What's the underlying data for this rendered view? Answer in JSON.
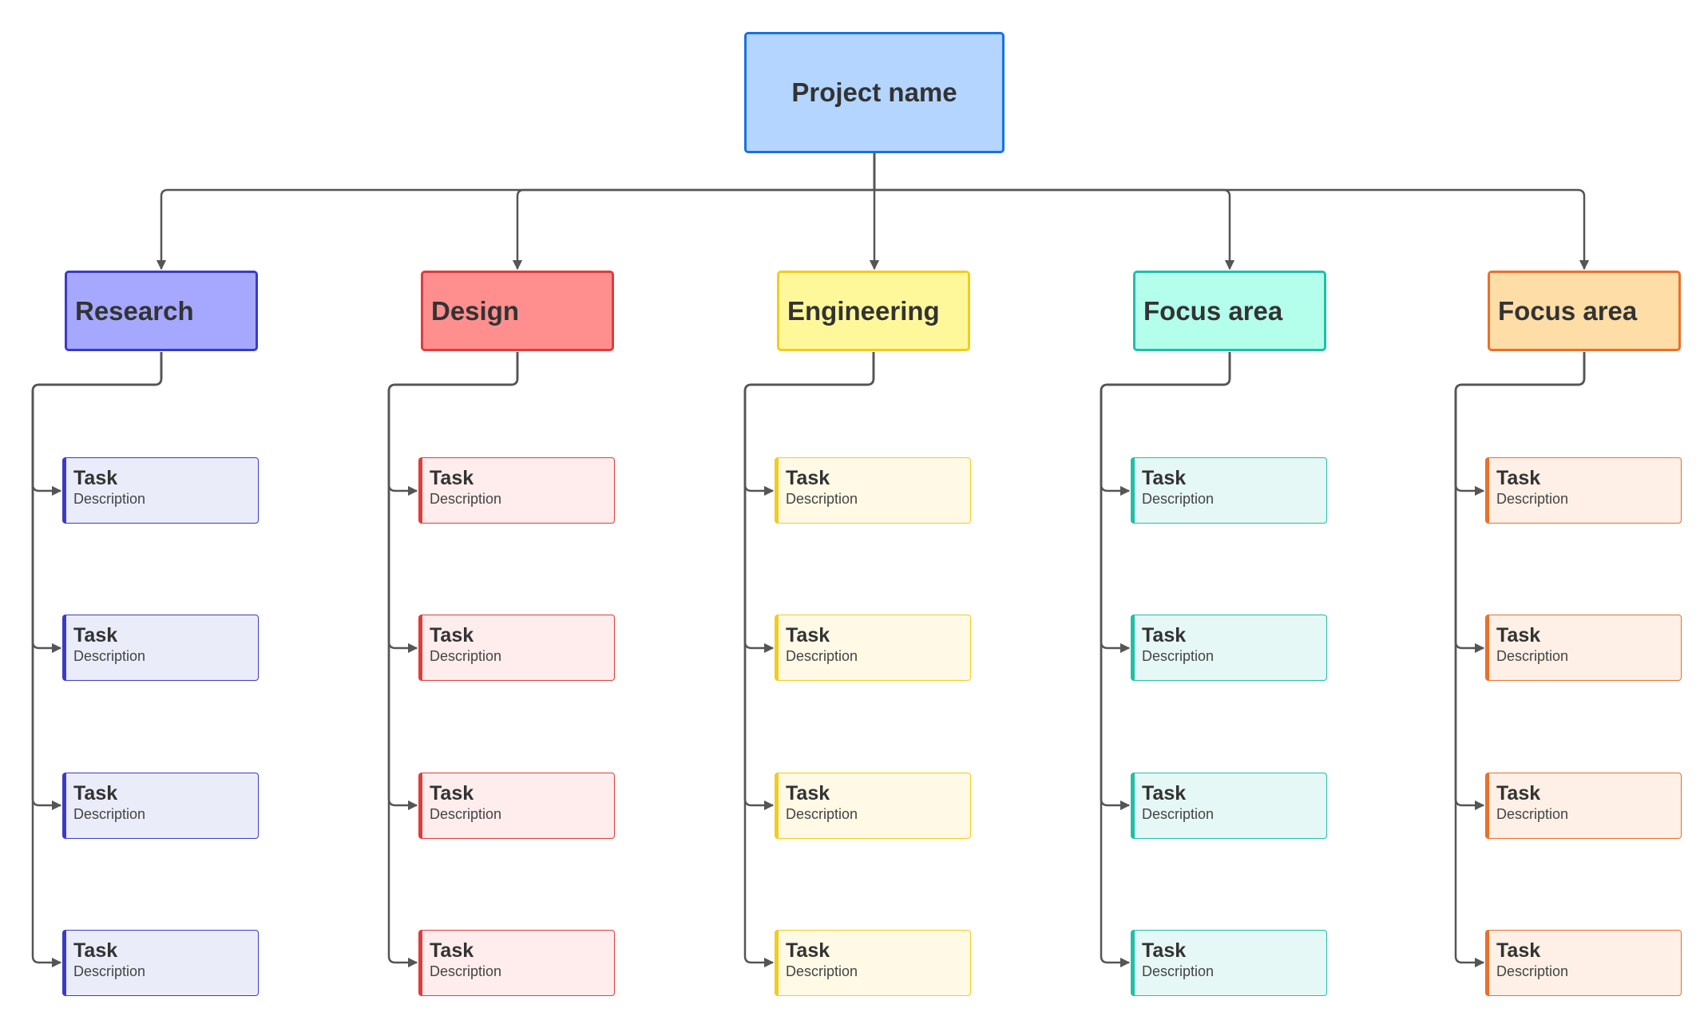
{
  "root": {
    "label": "Project name",
    "fill": "#B3D5FF",
    "stroke": "#1971E0"
  },
  "connector_color": "#555555",
  "columns": [
    {
      "id": "research",
      "label": "Research",
      "fill": "#A6A8FF",
      "stroke": "#3A3AC6",
      "task_fill": "#EBECFA",
      "tasks": [
        {
          "title": "Task",
          "desc": "Description"
        },
        {
          "title": "Task",
          "desc": "Description"
        },
        {
          "title": "Task",
          "desc": "Description"
        },
        {
          "title": "Task",
          "desc": "Description"
        }
      ]
    },
    {
      "id": "design",
      "label": "Design",
      "fill": "#FF8F8F",
      "stroke": "#E03C3C",
      "task_fill": "#FFEDED",
      "tasks": [
        {
          "title": "Task",
          "desc": "Description"
        },
        {
          "title": "Task",
          "desc": "Description"
        },
        {
          "title": "Task",
          "desc": "Description"
        },
        {
          "title": "Task",
          "desc": "Description"
        }
      ]
    },
    {
      "id": "engineering",
      "label": "Engineering",
      "fill": "#FFF89B",
      "stroke": "#F2CC1F",
      "task_fill": "#FFF9E6",
      "tasks": [
        {
          "title": "Task",
          "desc": "Description"
        },
        {
          "title": "Task",
          "desc": "Description"
        },
        {
          "title": "Task",
          "desc": "Description"
        },
        {
          "title": "Task",
          "desc": "Description"
        }
      ]
    },
    {
      "id": "focus-area-1",
      "label": "Focus area",
      "fill": "#B3FFEC",
      "stroke": "#1FBFA8",
      "task_fill": "#E6F8F5",
      "tasks": [
        {
          "title": "Task",
          "desc": "Description"
        },
        {
          "title": "Task",
          "desc": "Description"
        },
        {
          "title": "Task",
          "desc": "Description"
        },
        {
          "title": "Task",
          "desc": "Description"
        }
      ]
    },
    {
      "id": "focus-area-2",
      "label": "Focus area",
      "fill": "#FFDDA6",
      "stroke": "#EB6F2A",
      "task_fill": "#FEF0E6",
      "tasks": [
        {
          "title": "Task",
          "desc": "Description"
        },
        {
          "title": "Task",
          "desc": "Description"
        },
        {
          "title": "Task",
          "desc": "Description"
        },
        {
          "title": "Task",
          "desc": "Description"
        }
      ]
    }
  ]
}
